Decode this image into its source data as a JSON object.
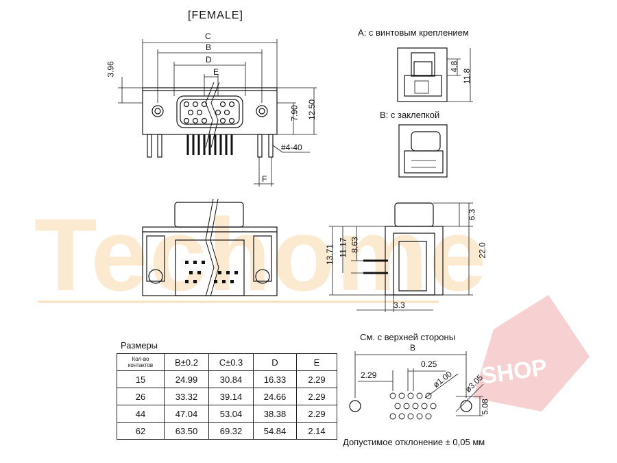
{
  "watermark": {
    "brand": "Techome",
    "badge": "SHOP"
  },
  "front_view": {
    "title": "[FEMALE]",
    "dim_c": "C",
    "dim_b": "B",
    "dim_d": "D",
    "dim_e": "E",
    "dim_396": "3.96",
    "dim_790": "7.90",
    "dim_1250": "12.50",
    "dim_pins": "#4-40",
    "dim_f": "F"
  },
  "variant_a": {
    "label": "A:  с винтовым креплением",
    "dim_48": "4.8",
    "dim_118": "11.8"
  },
  "variant_b": {
    "label": "B:  с заклепкой"
  },
  "side_view": {
    "dim_1371": "13.71",
    "dim_1117": "11.17",
    "dim_863": "8.63",
    "dim_33": "3.3",
    "dim_63": "6.3",
    "dim_220": "22.0"
  },
  "dimensions_table": {
    "caption": "Размеры",
    "headers": [
      "Кол-во контактов",
      "B±0.2",
      "C±0.3",
      "D",
      "E"
    ],
    "rows": [
      [
        "15",
        "24.99",
        "30.84",
        "16.33",
        "2.29"
      ],
      [
        "26",
        "33.32",
        "39.14",
        "24.66",
        "2.29"
      ],
      [
        "44",
        "47.04",
        "53.04",
        "38.38",
        "2.29"
      ],
      [
        "62",
        "63.50",
        "69.32",
        "54.84",
        "2.14"
      ]
    ]
  },
  "top_view": {
    "caption": "См. с верхней стороны",
    "dim_b": "B",
    "dim_025": "0.25",
    "dim_229": "2.29",
    "dim_100": "ø1.00",
    "dim_305": "ø3.05",
    "dim_508": "5.08",
    "tolerance": "Допустимое отклонение ±  0,05 мм"
  }
}
